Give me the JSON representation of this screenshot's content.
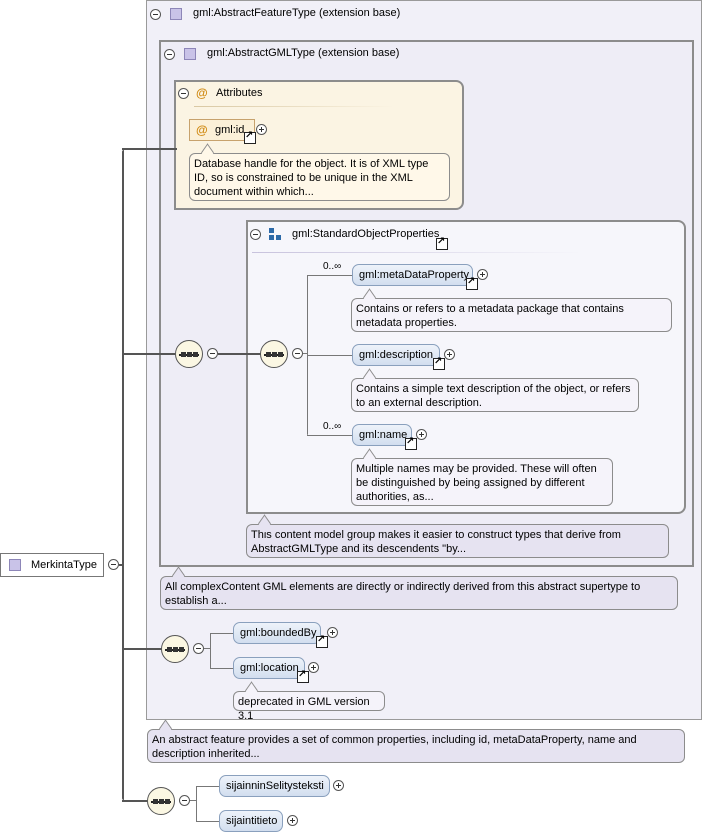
{
  "root": {
    "label": "MerkintaType"
  },
  "feature_type": {
    "title": "gml:AbstractFeatureType (extension base)",
    "annotation": "An abstract feature provides a set of common properties, including id, metaDataProperty, name and description inherited..."
  },
  "gml_type": {
    "title": "gml:AbstractGMLType (extension base)",
    "annotation": "All complexContent GML elements are directly or indirectly derived from this abstract supertype to establish a..."
  },
  "attributes": {
    "title": "Attributes",
    "id_label": "gml:id",
    "id_annotation": "Database handle for the object. It is of XML type ID, so is constrained to be unique in the XML document within which..."
  },
  "standard_props": {
    "title": "gml:StandardObjectProperties",
    "annotation": "This content model group makes it easier to construct types that derive from AbstractGMLType and its descendents \"by...",
    "items": [
      {
        "label": "gml:metaDataProperty",
        "occurrence": "0..∞",
        "annotation": "Contains or refers to a metadata package that contains metadata properties."
      },
      {
        "label": "gml:description",
        "occurrence": "",
        "annotation": "Contains a simple text description of the object, or refers to an external description."
      },
      {
        "label": "gml:name",
        "occurrence": "0..∞",
        "annotation": "Multiple names may be provided. These will often be distinguished by being assigned by different authorities, as..."
      }
    ]
  },
  "feature_sequence": {
    "items": [
      {
        "label": "gml:boundedBy"
      },
      {
        "label": "gml:location",
        "annotation": "deprecated in GML version 3.1"
      }
    ]
  },
  "local_sequence": {
    "items": [
      {
        "label": "sijainninSelitysteksti"
      },
      {
        "label": "sijaintitieto"
      }
    ]
  }
}
